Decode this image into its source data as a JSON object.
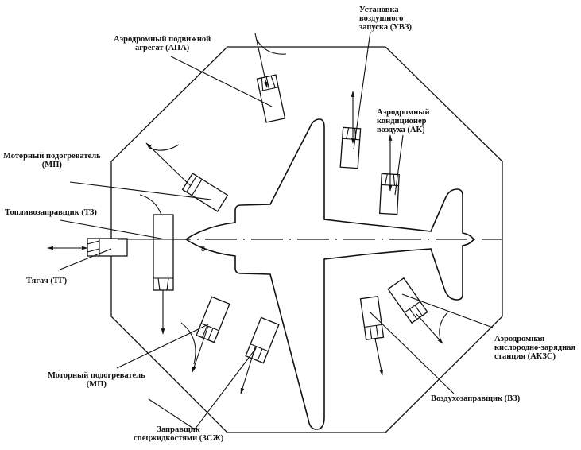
{
  "diagram": {
    "title": "Aircraft ground servicing layout",
    "marker": "8",
    "labels": {
      "apa": "Аэродромный подвижной\nагрегат (АПА)",
      "uvz": "Установка\nвоздушного\nзапуска (УВЗ)",
      "ak": "Аэродромный\nкондиционер\nвоздуха (АК)",
      "mp_top": "Моторный подогреватель\n(МП)",
      "tz": "Топливозаправщик (ТЗ)",
      "tg": "Тягач (ТГ)",
      "mp_bottom": "Моторный подогреватель\n(МП)",
      "zszh": "Заправщик\nспецжидкостями (ЗСЖ)",
      "vz": "Воздухозаправщик (ВЗ)",
      "akzs": "Аэродромная\nкислородно-зарядная\nстанция (АКЗС)"
    }
  }
}
